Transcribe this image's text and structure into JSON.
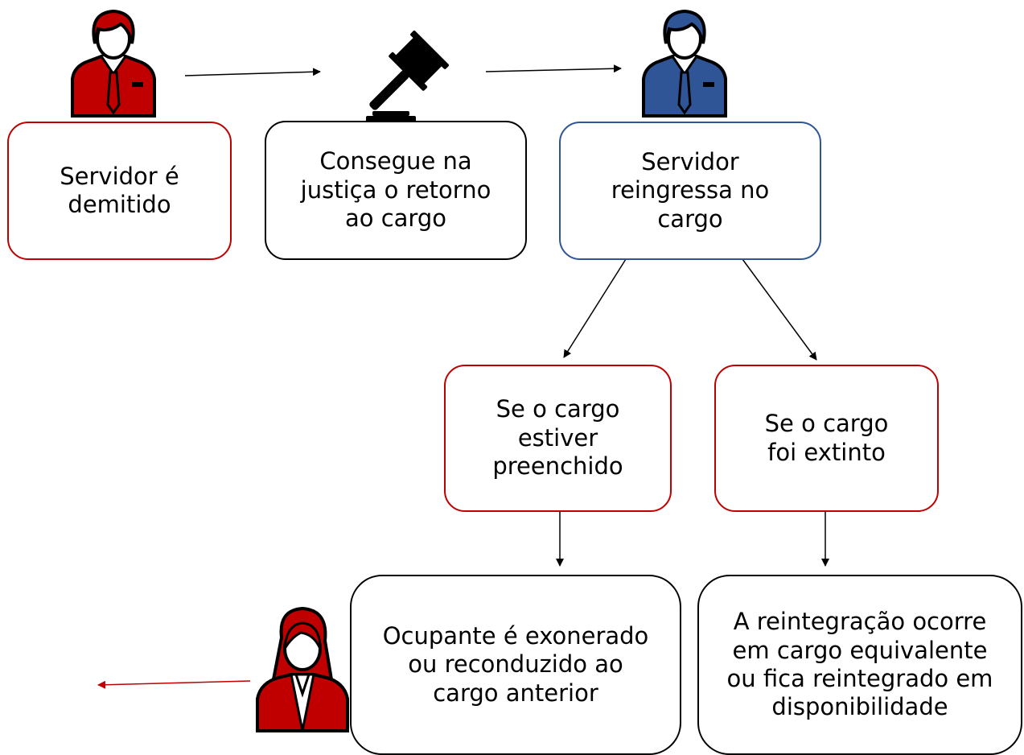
{
  "diagram": {
    "nodes": {
      "demitido": {
        "label": "Servidor é demitido"
      },
      "justica": {
        "label": "Consegue na justiça o retorno ao cargo"
      },
      "reingressa": {
        "label": "Servidor reingressa no cargo"
      },
      "preenchido": {
        "label": "Se o cargo estiver preenchido"
      },
      "extinto": {
        "label": "Se o cargo foi extinto"
      },
      "ocupante": {
        "label": "Ocupante é exonerado ou reconduzido ao cargo anterior"
      },
      "reintegracao": {
        "label": "A reintegração ocorre em cargo equivalente ou fica reintegrado em disponibilidade"
      }
    },
    "edges": [
      {
        "from": "demitido",
        "to": "justica"
      },
      {
        "from": "justica",
        "to": "reingressa"
      },
      {
        "from": "reingressa",
        "to": "preenchido"
      },
      {
        "from": "reingressa",
        "to": "extinto"
      },
      {
        "from": "preenchido",
        "to": "ocupante"
      },
      {
        "from": "extinto",
        "to": "reintegracao"
      },
      {
        "from": "ocupante",
        "to": "exit-left"
      }
    ],
    "icons": {
      "man_red": "businessman-icon",
      "gavel": "gavel-icon",
      "man_blue": "businessman-icon",
      "woman_red": "businesswoman-icon"
    },
    "colors": {
      "red": "#c00000",
      "blue": "#2f5597",
      "black": "#000000"
    }
  }
}
